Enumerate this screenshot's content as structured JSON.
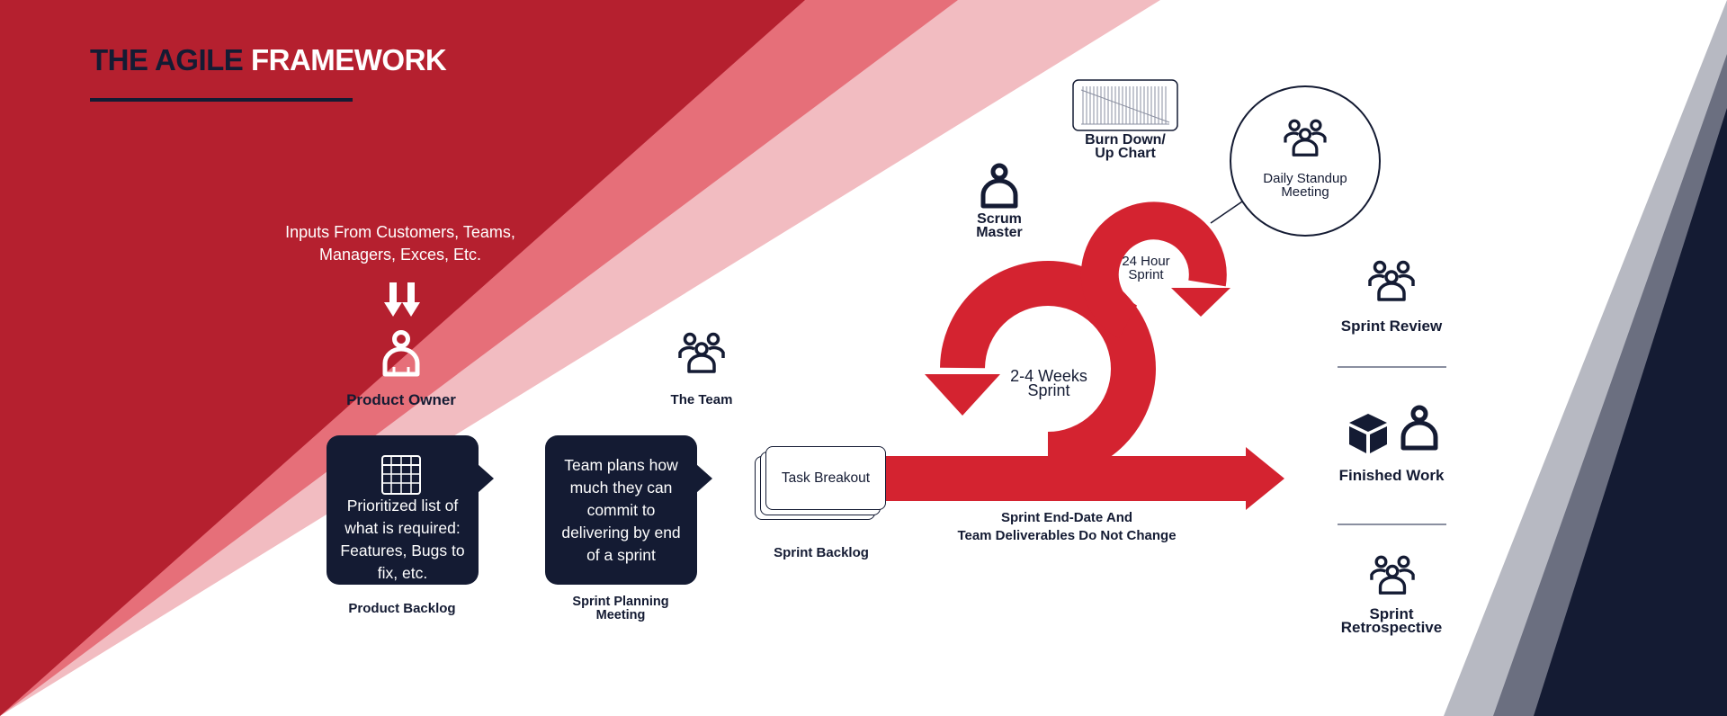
{
  "title": {
    "part1": "THE AGILE",
    "part2": "FRAMEWORK"
  },
  "colors": {
    "red": "#b5202f",
    "red_bright": "#d42330",
    "pink1": "#e66f79",
    "pink2": "#f2bcc1",
    "navy": "#141b33",
    "slate": "#6b6f80",
    "grey": "#b7b9c2"
  },
  "inputs": {
    "text": "Inputs From Customers, Teams, Managers, Exces, Etc."
  },
  "product_owner": {
    "label": "Product Owner",
    "icon": "person-icon",
    "arrow_icon": "double-down-arrow-icon"
  },
  "team": {
    "label": "The Team",
    "icon": "team-icon"
  },
  "product_backlog": {
    "text": "Prioritized list of what is  required: Features, Bugs to fix, etc.",
    "label": "Product Backlog",
    "icon": "grid-table-icon"
  },
  "sprint_planning": {
    "text": "Team plans how much they can commit to delivering by end of a sprint",
    "label_line1": "Sprint Planning",
    "label_line2": "Meeting"
  },
  "sprint_backlog": {
    "card": "Task Breakout",
    "label": "Sprint Backlog"
  },
  "cycle": {
    "weeks_line1": "2-4 Weeks",
    "weeks_line2": "Sprint",
    "hours_line1": "24 Hour",
    "hours_line2": "Sprint",
    "note_line1": "Sprint End-Date And",
    "note_line2": "Team Deliverables Do Not Change"
  },
  "scrum_master": {
    "line1": "Scrum",
    "line2": "Master",
    "icon": "person-icon"
  },
  "burn_chart": {
    "line1": "Burn Down/",
    "line2": "Up Chart",
    "icon": "chart-icon"
  },
  "standup": {
    "line1": "Daily Standup",
    "line2": "Meeting",
    "icon": "team-icon"
  },
  "outputs": {
    "review": {
      "label": "Sprint Review",
      "icon": "team-icon"
    },
    "finished": {
      "label": "Finished Work",
      "icons": [
        "cube-icon",
        "person-icon"
      ]
    },
    "retro": {
      "line1": "Sprint",
      "line2": "Retrospective",
      "icon": "team-icon"
    }
  }
}
